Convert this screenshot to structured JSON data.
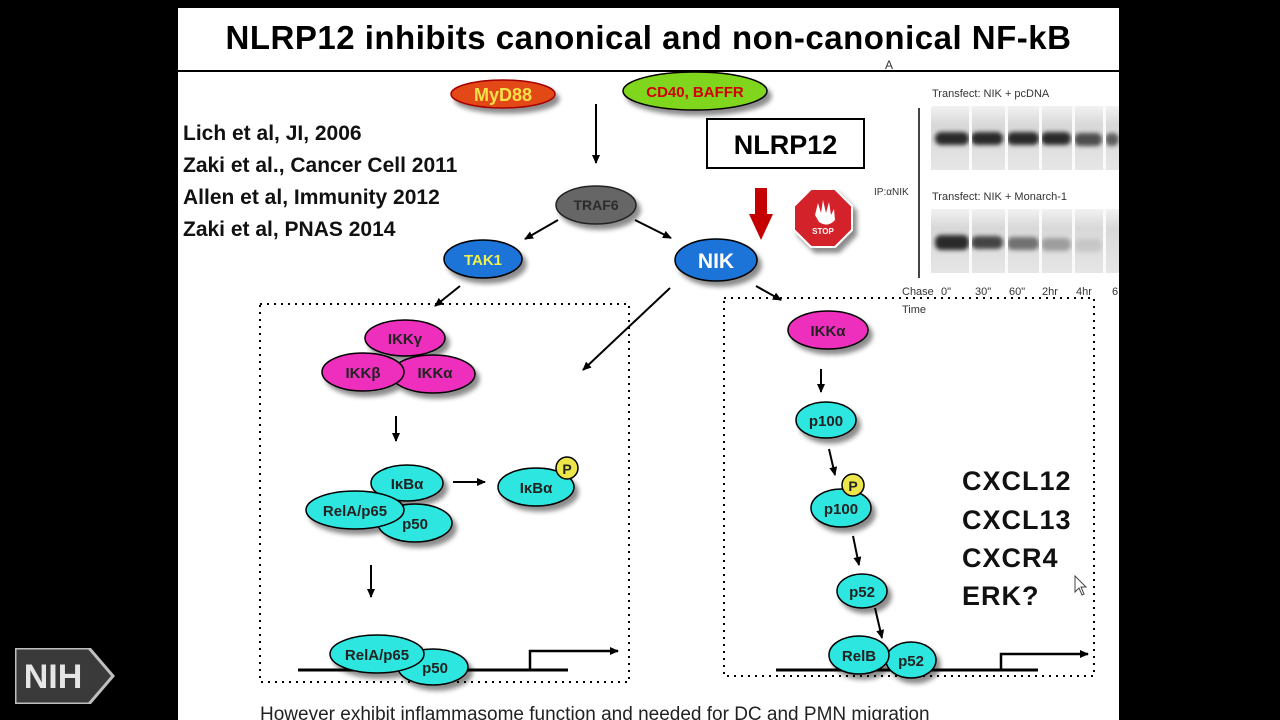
{
  "slide": {
    "title": "NLRP12 inhibits canonical and non-canonical NF-kB",
    "references": [
      "Lich et al, JI, 2006",
      "Zaki et al., Cancer Cell 2011",
      "Allen et al, Immunity 2012",
      "Zaki et al, PNAS 2014"
    ],
    "chemokines": [
      "CXCL12",
      "CXCL13",
      "CXCR4",
      "ERK?"
    ],
    "bottom_text": "However exhibit inflammasome function and needed for DC and PMN migration"
  },
  "diagram": {
    "nodes": {
      "myd88": "MyD88",
      "cd40": "CD40, BAFFR",
      "nlrp12": "NLRP12",
      "traf6": "TRAF6",
      "tak1": "TAK1",
      "nik": "NIK",
      "stop": "STOP",
      "ikk_gamma": "IKKγ",
      "ikk_beta": "IKKβ",
      "ikk_alpha_canonical": "IKKα",
      "ikba_complex": "IκBα",
      "rela_p65": "RelA/p65",
      "p50": "p50",
      "ikba_free": "IκBα",
      "phospho_1": "P",
      "rela_p65_dna": "RelA/p65",
      "p50_dna": "p50",
      "ikk_alpha_noncanonical": "IKKα",
      "p100": "p100",
      "p100_phospho": "p100",
      "phospho_2": "P",
      "p52": "p52",
      "relb": "RelB",
      "p52_dna": "p52"
    }
  },
  "blot": {
    "marker": "A",
    "panel1_label": "Transfect: NIK + pcDNA",
    "panel2_label": "Transfect: NIK + Monarch-1",
    "ip_label": "IP:αNIK",
    "chase_label": "Chase",
    "time_label": "Time",
    "timepoints": [
      "0\"",
      "30\"",
      "60\"",
      "2hr",
      "4hr",
      "6"
    ]
  },
  "logo": {
    "text": "NIH"
  },
  "colors": {
    "magenta": "#ee2fbd",
    "cyan": "#2ee6e0",
    "blue": "#1b73d8",
    "gray": "#6e6e6e",
    "red": "#c40000",
    "orange": "#e65a10",
    "green": "#7fd61e",
    "yellow": "#ece64a"
  }
}
